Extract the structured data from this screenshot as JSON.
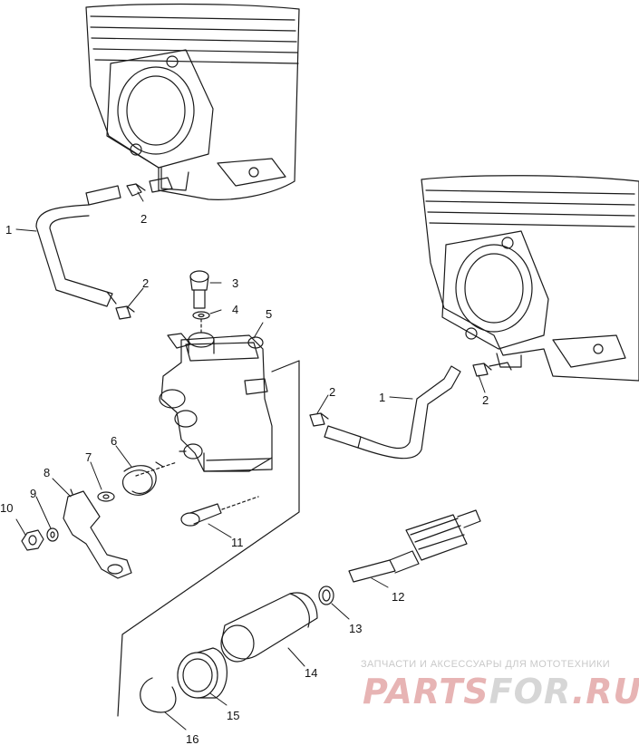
{
  "callouts": {
    "c1a": "1",
    "c1b": "1",
    "c2a": "2",
    "c2b": "2",
    "c2c": "2",
    "c2d": "2",
    "c3": "3",
    "c4": "4",
    "c5": "5",
    "c6": "6",
    "c7": "7",
    "c8": "8",
    "c9": "9",
    "c10": "10",
    "c11": "11",
    "c12": "12",
    "c13": "13",
    "c14": "14",
    "c15": "15",
    "c16": "16"
  },
  "watermark": {
    "tagline": "ЗАПЧАСТИ И АКСЕССУАРЫ ДЛЯ МОТОТЕХНИКИ",
    "logo_left": "PARTS",
    "logo_mid": "FOR",
    "logo_right": ".RU"
  },
  "colors": {
    "line": "#1a1a1a",
    "watermark_red": "#e7b4b4",
    "watermark_gray": "#d6d6d6"
  }
}
